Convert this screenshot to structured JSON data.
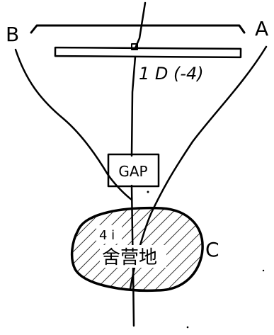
{
  "labels": {
    "left_ridge": "B",
    "right_ridge": "A",
    "area_label": "C",
    "scale_note": "1 D (-4)",
    "gap_box": "GAP",
    "area_number": "4 i",
    "area_name": "舍营地"
  },
  "colors": {
    "ink": "#000000",
    "paper": "#ffffff"
  }
}
